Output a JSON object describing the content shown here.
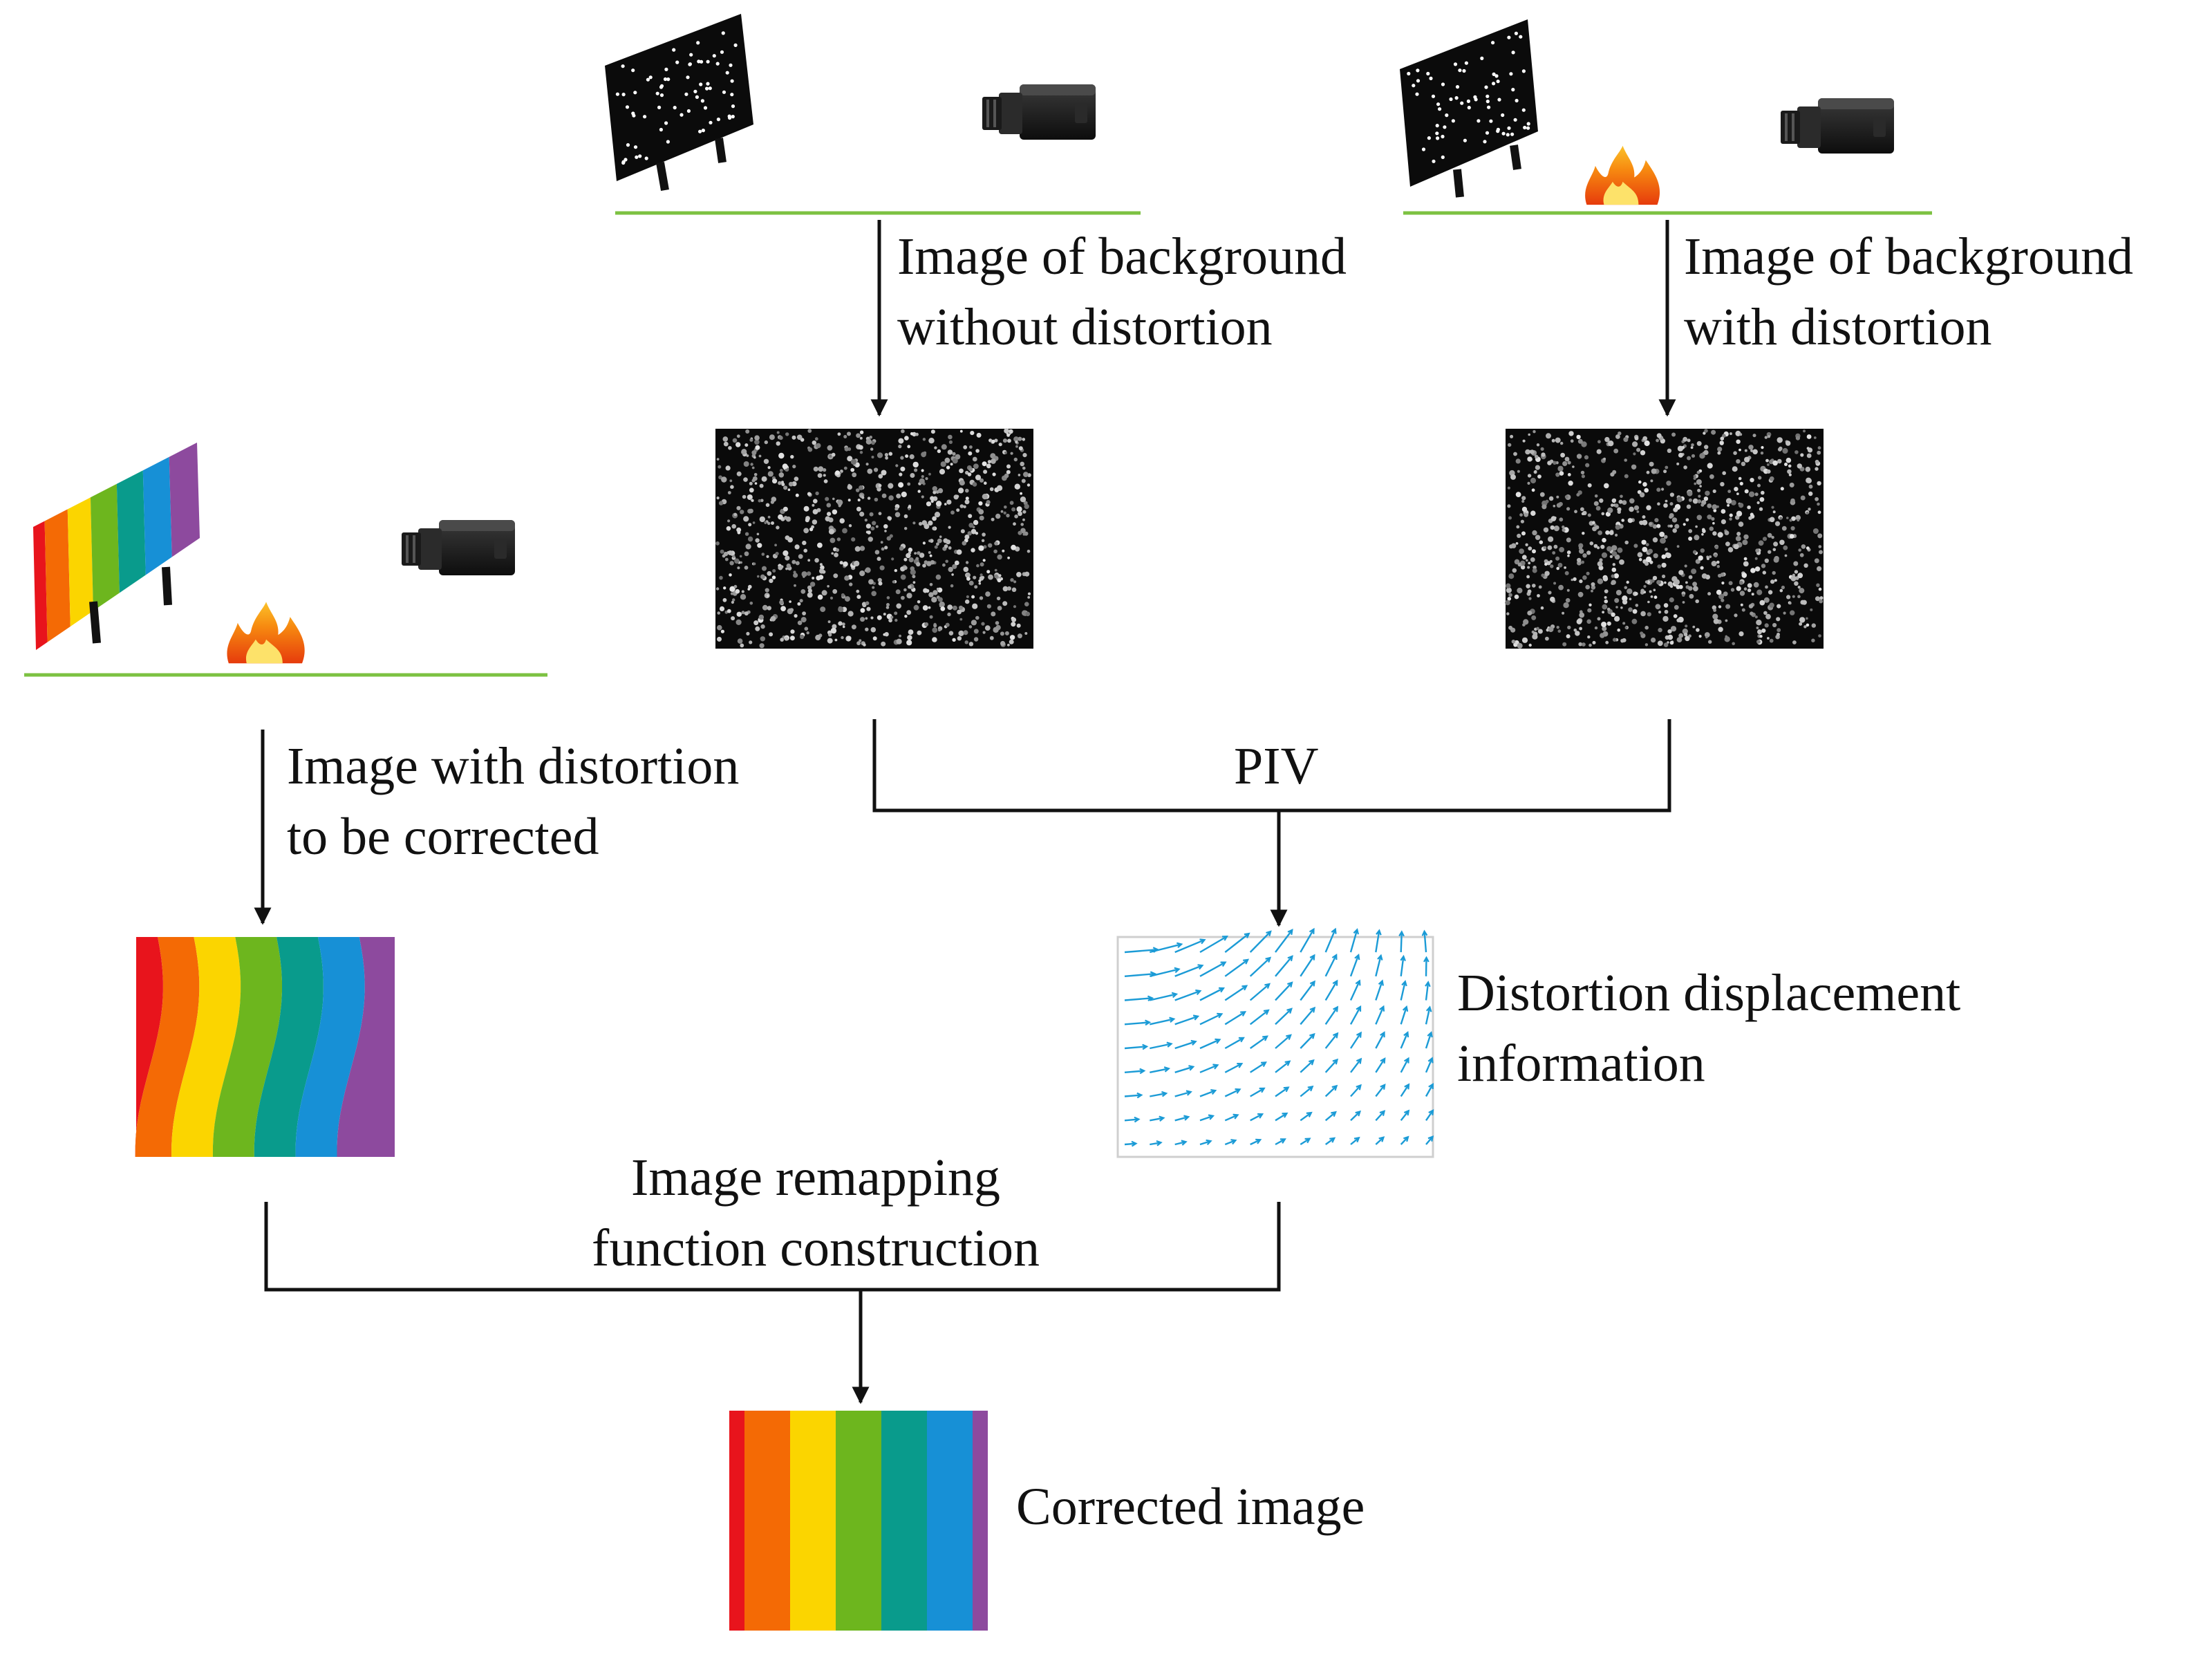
{
  "labels": {
    "bg_without": [
      "Image of background",
      "without distortion"
    ],
    "bg_with": [
      "Image of background",
      "with distortion"
    ],
    "img_with_distortion": [
      "Image with distortion",
      "to be corrected"
    ],
    "piv": "PIV",
    "displacement": [
      "Distortion displacement",
      "information"
    ],
    "remapping": [
      "Image remapping",
      "function construction"
    ],
    "corrected": "Corrected image"
  },
  "colors": {
    "ground": "#7cc242",
    "line": "#111111",
    "rainbow": [
      "#e8141c",
      "#f46a05",
      "#fbd500",
      "#6db61e",
      "#099b8c",
      "#1790d6",
      "#8d4a9e"
    ],
    "vector": "#1b9bd6"
  },
  "icons": [
    "dot-pattern-board-icon",
    "camera-icon",
    "flame-icon",
    "rainbow-board-icon",
    "speckle-image",
    "vector-field-image"
  ]
}
